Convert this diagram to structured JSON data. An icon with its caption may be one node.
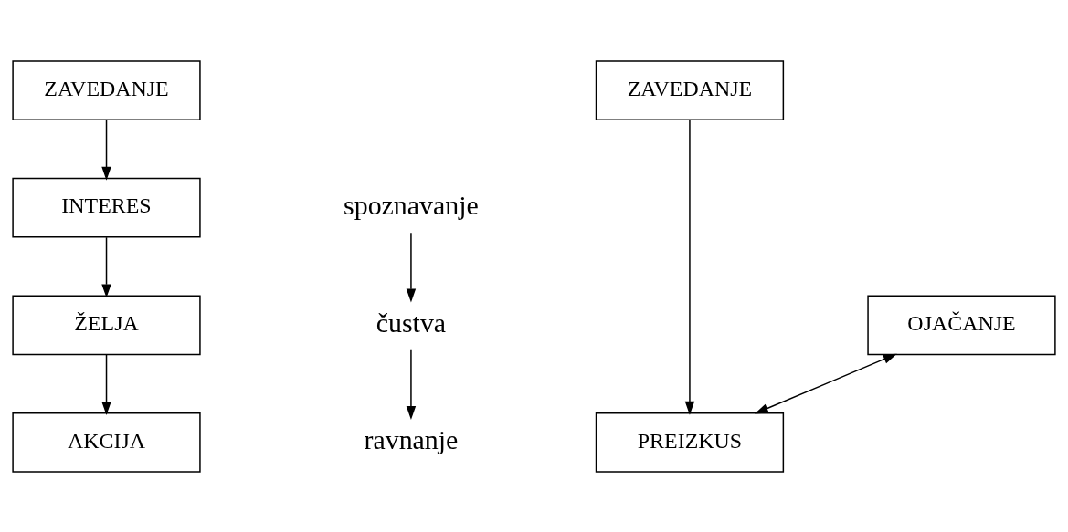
{
  "diagram": {
    "nodes": [
      {
        "text": [
          "ZAVEDANJE"
        ]
      },
      {
        "text": [
          "INTERES"
        ]
      },
      {
        "text": [
          "ŽELJA"
        ]
      },
      {
        "text": [
          "AKCIJA"
        ]
      },
      {
        "text": [
          "spoznavanje"
        ]
      },
      {
        "text": [
          "čustva"
        ]
      },
      {
        "text": [
          "ravnanje"
        ]
      },
      {
        "text": [
          "ZAVEDANJE"
        ]
      },
      {
        "text": [
          "OJAČANJE"
        ]
      },
      {
        "text": [
          "PREIZKUS"
        ]
      }
    ],
    "edges": [
      {
        "from": 0,
        "to": 1,
        "arrow": "to"
      },
      {
        "from": 1,
        "to": 2,
        "arrow": "to"
      },
      {
        "from": 2,
        "to": 3,
        "arrow": "to"
      },
      {
        "from": 4,
        "to": 5,
        "arrow": "to"
      },
      {
        "from": 5,
        "to": 6,
        "arrow": "to"
      },
      {
        "from": 7,
        "to": 9,
        "arrow": "to"
      },
      {
        "from": 9,
        "to": 8,
        "arrow": "both"
      }
    ]
  }
}
